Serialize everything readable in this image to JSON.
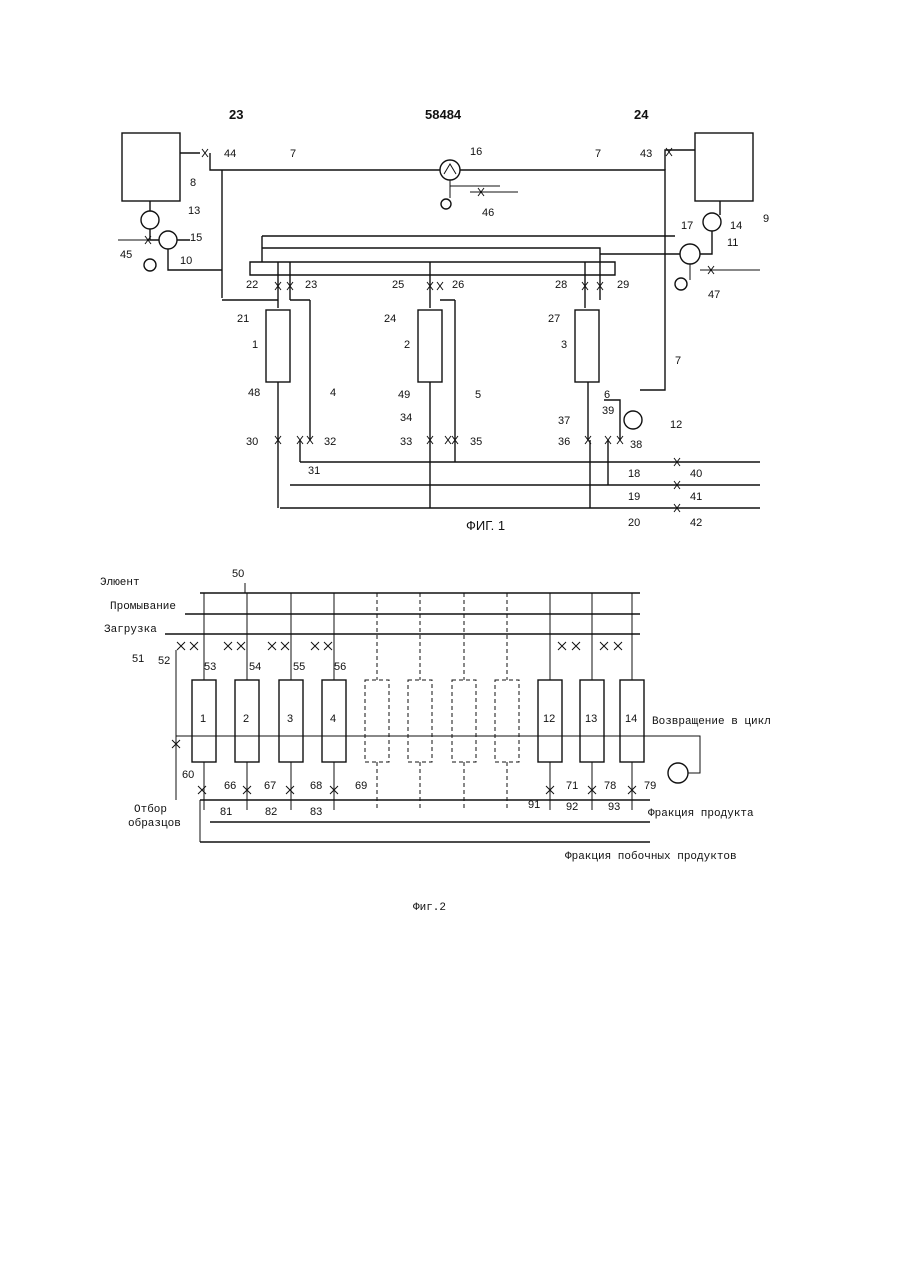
{
  "header": {
    "left_page": "23",
    "patent_number": "58484",
    "right_page": "24"
  },
  "fig1": {
    "caption": "ФИГ. 1",
    "columns": [
      "1",
      "2",
      "3"
    ],
    "labels": [
      "7",
      "16",
      "7",
      "43",
      "44",
      "8",
      "13",
      "15",
      "45",
      "10",
      "46",
      "17",
      "14",
      "9",
      "11",
      "47",
      "22",
      "23",
      "21",
      "25",
      "26",
      "24",
      "28",
      "29",
      "27",
      "48",
      "4",
      "49",
      "5",
      "6",
      "7",
      "39",
      "12",
      "30",
      "32",
      "31",
      "34",
      "33",
      "35",
      "37",
      "36",
      "38",
      "18",
      "40",
      "19",
      "41",
      "20",
      "42"
    ]
  },
  "fig2": {
    "caption": "Фиг.2",
    "line_labels": {
      "eluent": "Элюент",
      "wash": "Промывание",
      "feed": "Загрузка"
    },
    "labels": [
      "50",
      "51",
      "52",
      "53",
      "54",
      "55",
      "56",
      "60",
      "66",
      "67",
      "68",
      "69",
      "81",
      "82",
      "83",
      "91",
      "71",
      "92",
      "78",
      "93",
      "79"
    ],
    "columns": [
      "1",
      "2",
      "3",
      "4",
      "12",
      "13",
      "14"
    ],
    "recycle": "Возвращение в цикл",
    "sampling_line1": "Отбор",
    "sampling_line2": "образцов",
    "product_fraction": "Фракция продукта",
    "byproduct_fraction": "Фракция побочных продуктов"
  }
}
